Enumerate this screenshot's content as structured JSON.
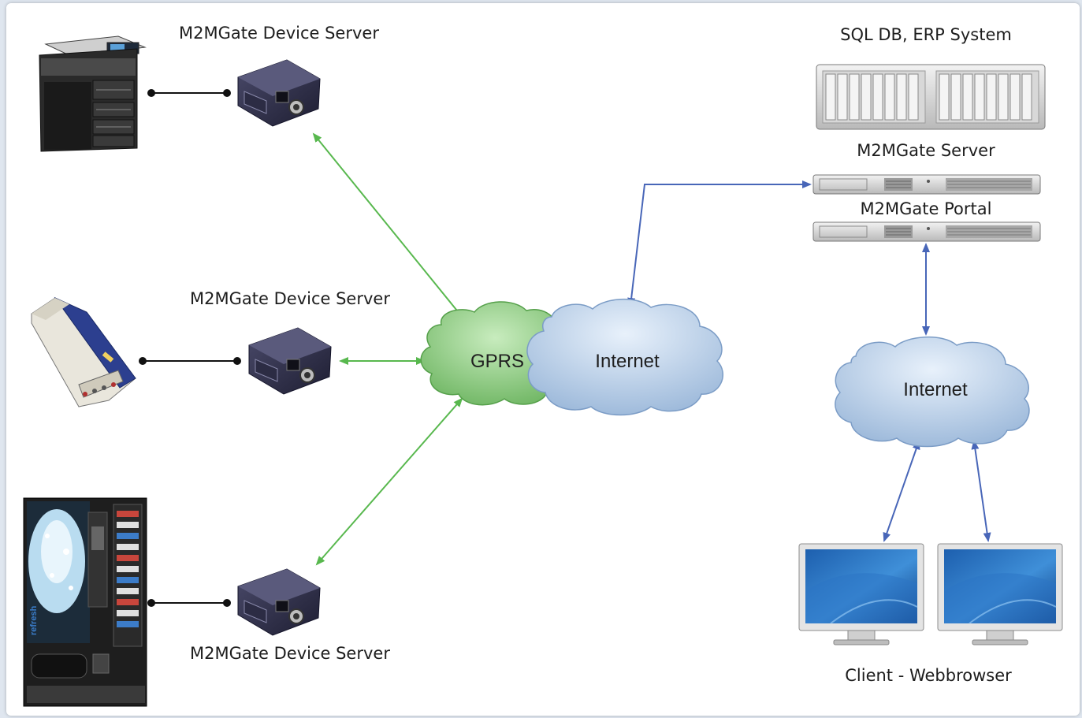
{
  "labels": {
    "device_server_top": "M2MGate Device Server",
    "device_server_middle": "M2MGate Device Server",
    "device_server_bottom": "M2MGate Device Server",
    "sql_db": "SQL DB, ERP System",
    "m2mgate_server": "M2MGate Server",
    "m2mgate_portal": "M2MGate Portal",
    "client": "Client - Webbrowser"
  },
  "clouds": {
    "gprs": "GPRS",
    "internet_center": "Internet",
    "internet_right": "Internet"
  },
  "vending_brand": "refresh",
  "colors": {
    "gprs_cloud": "#86c57a",
    "internet_cloud": "#b7cde6",
    "green_link": "#58b84e",
    "blue_link": "#4866b8"
  }
}
